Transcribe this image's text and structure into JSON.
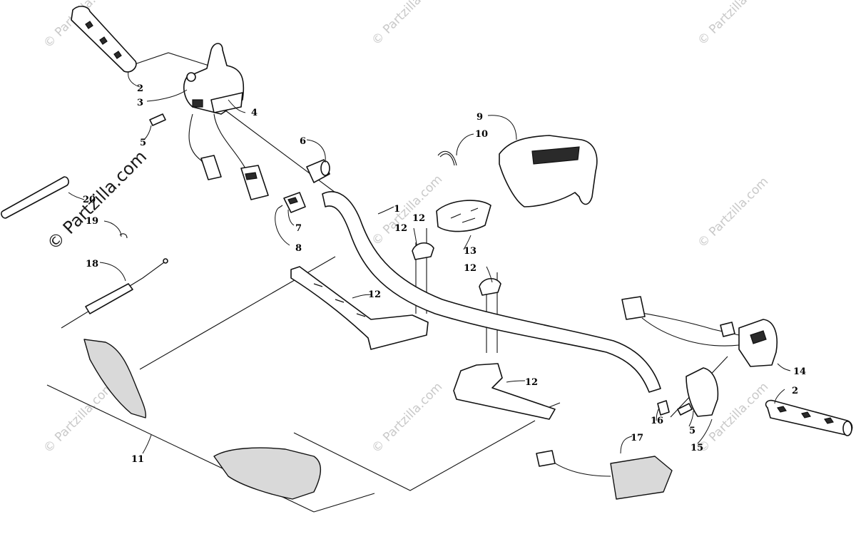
{
  "watermark": {
    "small": "© Partzilla.com",
    "large": "© Partzilla.com"
  },
  "callouts": {
    "c1": "1",
    "c2a": "2",
    "c2b": "2",
    "c3": "3",
    "c4": "4",
    "c5a": "5",
    "c5b": "5",
    "c6": "6",
    "c7": "7",
    "c8": "8",
    "c9": "9",
    "c10": "10",
    "c11": "11",
    "c12a": "12",
    "c12b": "12",
    "c12c": "12",
    "c12d": "12",
    "c12e": "12",
    "c13": "13",
    "c14": "14",
    "c15": "15",
    "c16": "16",
    "c17": "17",
    "c18": "18",
    "c19": "19",
    "c20": "20"
  },
  "colors": {
    "ink": "#111111",
    "watermark": "#c9c9c9",
    "background": "#ffffff"
  }
}
